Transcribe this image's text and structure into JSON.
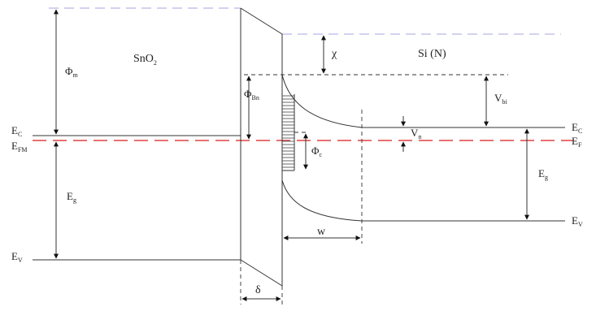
{
  "diagram": {
    "regions": {
      "left_material": "SnO",
      "left_material_sub": "2",
      "right_material": "Si (N)"
    },
    "left_levels": {
      "ec": "E",
      "ec_sub": "C",
      "efm": "E",
      "efm_sub": "FM",
      "ev": "E",
      "ev_sub": "V"
    },
    "right_levels": {
      "ec": "E",
      "ec_sub": "C",
      "ef": "E",
      "ef_sub": "F",
      "ev": "E",
      "ev_sub": "V"
    },
    "quantities": {
      "phi_m": "Φ",
      "phi_m_sub": "m",
      "eg_left": "E",
      "eg_left_sub": "g",
      "phi_bn": "Φ",
      "phi_bn_sub": "Bn",
      "phi_c": "Φ",
      "phi_c_sub": "c",
      "chi": "χ",
      "vbi": "V",
      "vbi_sub": "bi",
      "vn": "V",
      "vn_sub": "n",
      "eg_right": "E",
      "eg_right_sub": "g",
      "w": "w",
      "delta": "δ"
    },
    "colors": {
      "vacuum_level": "#b8b8e6",
      "fermi_level": "#e04040",
      "lines": "#333333"
    }
  }
}
